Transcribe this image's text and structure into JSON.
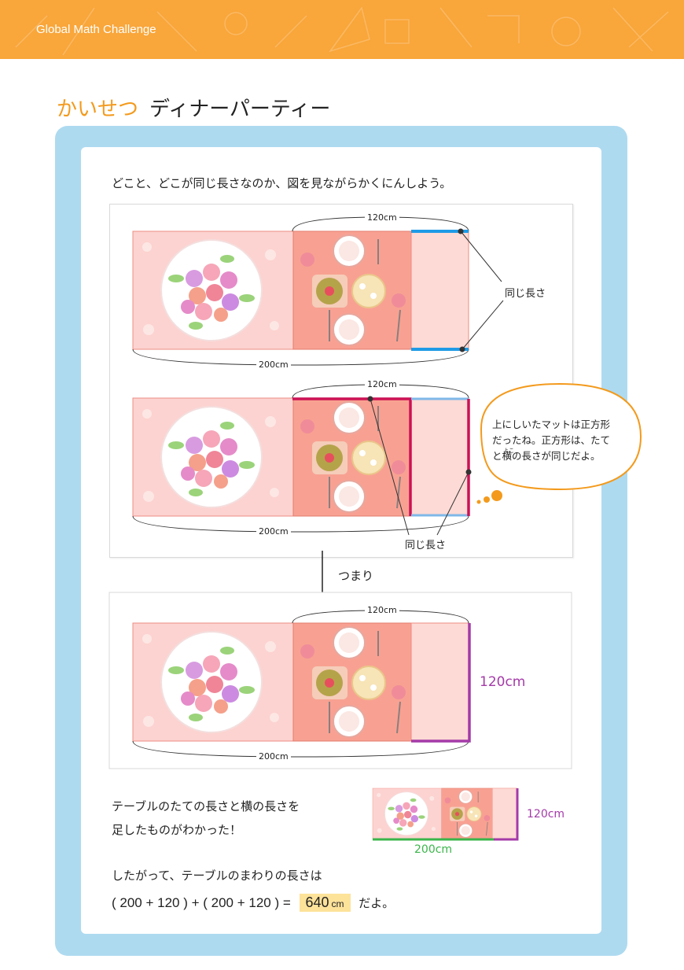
{
  "header": {
    "title": "Global Math Challenge"
  },
  "page_title": {
    "label": "かいせつ",
    "name": "ディナーパーティー"
  },
  "intro": "どこと、どこが同じ長さなのか、図を見ながらかくにんしよう。",
  "panel1": {
    "top_label": "120cm",
    "bottom_label": "200cm",
    "callout": "同じ長さ"
  },
  "panel2": {
    "top_label": "120cm",
    "bottom_label": "200cm",
    "callout": "同じ長さ"
  },
  "bubble": {
    "line1": "上にしいたマットは正方形",
    "line2": "だったね。正方形は、たて",
    "line3": "と横の長さが同じだよ。",
    "ruby": "よこ"
  },
  "arrow_label": "つまり",
  "panel3": {
    "top_label": "120cm",
    "bottom_label": "200cm",
    "side_label": "120cm"
  },
  "summary": {
    "line1": "テーブルのたての長さと横の長さを",
    "line2": "足したものがわかった！",
    "mini_side": "120cm",
    "mini_bottom": "200cm",
    "line3": "したがって、テーブルのまわりの長さは",
    "equation": "( 200 + 120 ) + ( 200 + 120 ) =",
    "answer": "640",
    "unit": "cm",
    "tail": "だよ。"
  },
  "colors": {
    "orange": "#f9a63a",
    "frame": "#aedaf0",
    "blue": "#1e9be6",
    "crimson": "#cc1155",
    "purple": "#a43aa8",
    "green": "#3ab54a"
  }
}
